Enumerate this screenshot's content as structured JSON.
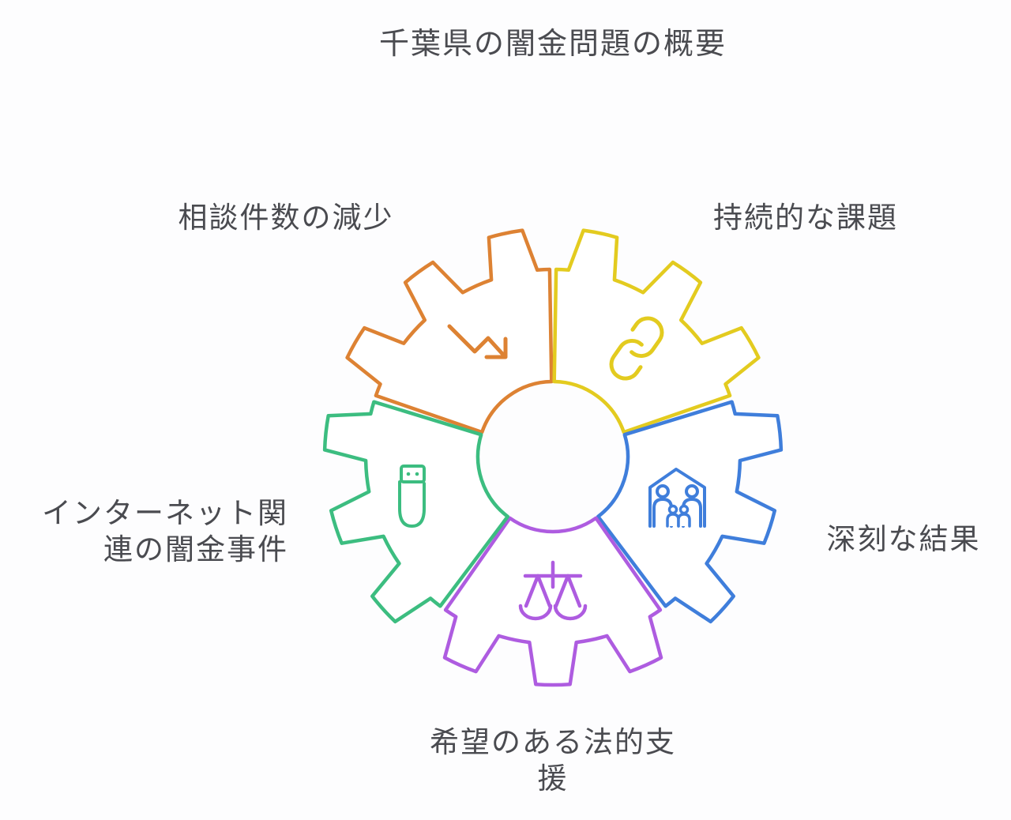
{
  "title": "千葉県の闇金問題の概要",
  "colors": {
    "background": "#fdfdfe",
    "text": "#4a4b50"
  },
  "segments": [
    {
      "name": "consultation-decline",
      "label": "相談件数の減少",
      "label_lines": [
        "相談件数の減少"
      ],
      "color": "#dd8233",
      "icon": "trending-down-icon"
    },
    {
      "name": "persistent-challenges",
      "label": "持続的な課題",
      "label_lines": [
        "持続的な課題"
      ],
      "color": "#e3cb1f",
      "icon": "link-icon"
    },
    {
      "name": "serious-consequences",
      "label": "深刻な結果",
      "label_lines": [
        "深刻な結果"
      ],
      "color": "#3f7edb",
      "icon": "family-shelter-icon"
    },
    {
      "name": "hopeful-legal-support",
      "label": "希望のある法的支援",
      "label_lines": [
        "希望のある法的支",
        "援"
      ],
      "color": "#ae5ce0",
      "icon": "scales-of-justice-icon"
    },
    {
      "name": "internet-loan-shark-cases",
      "label": "インターネット関連の闇金事件",
      "label_lines": [
        "インターネット関",
        "連の闇金事件"
      ],
      "color": "#3cbd80",
      "icon": "usb-drive-icon"
    }
  ]
}
